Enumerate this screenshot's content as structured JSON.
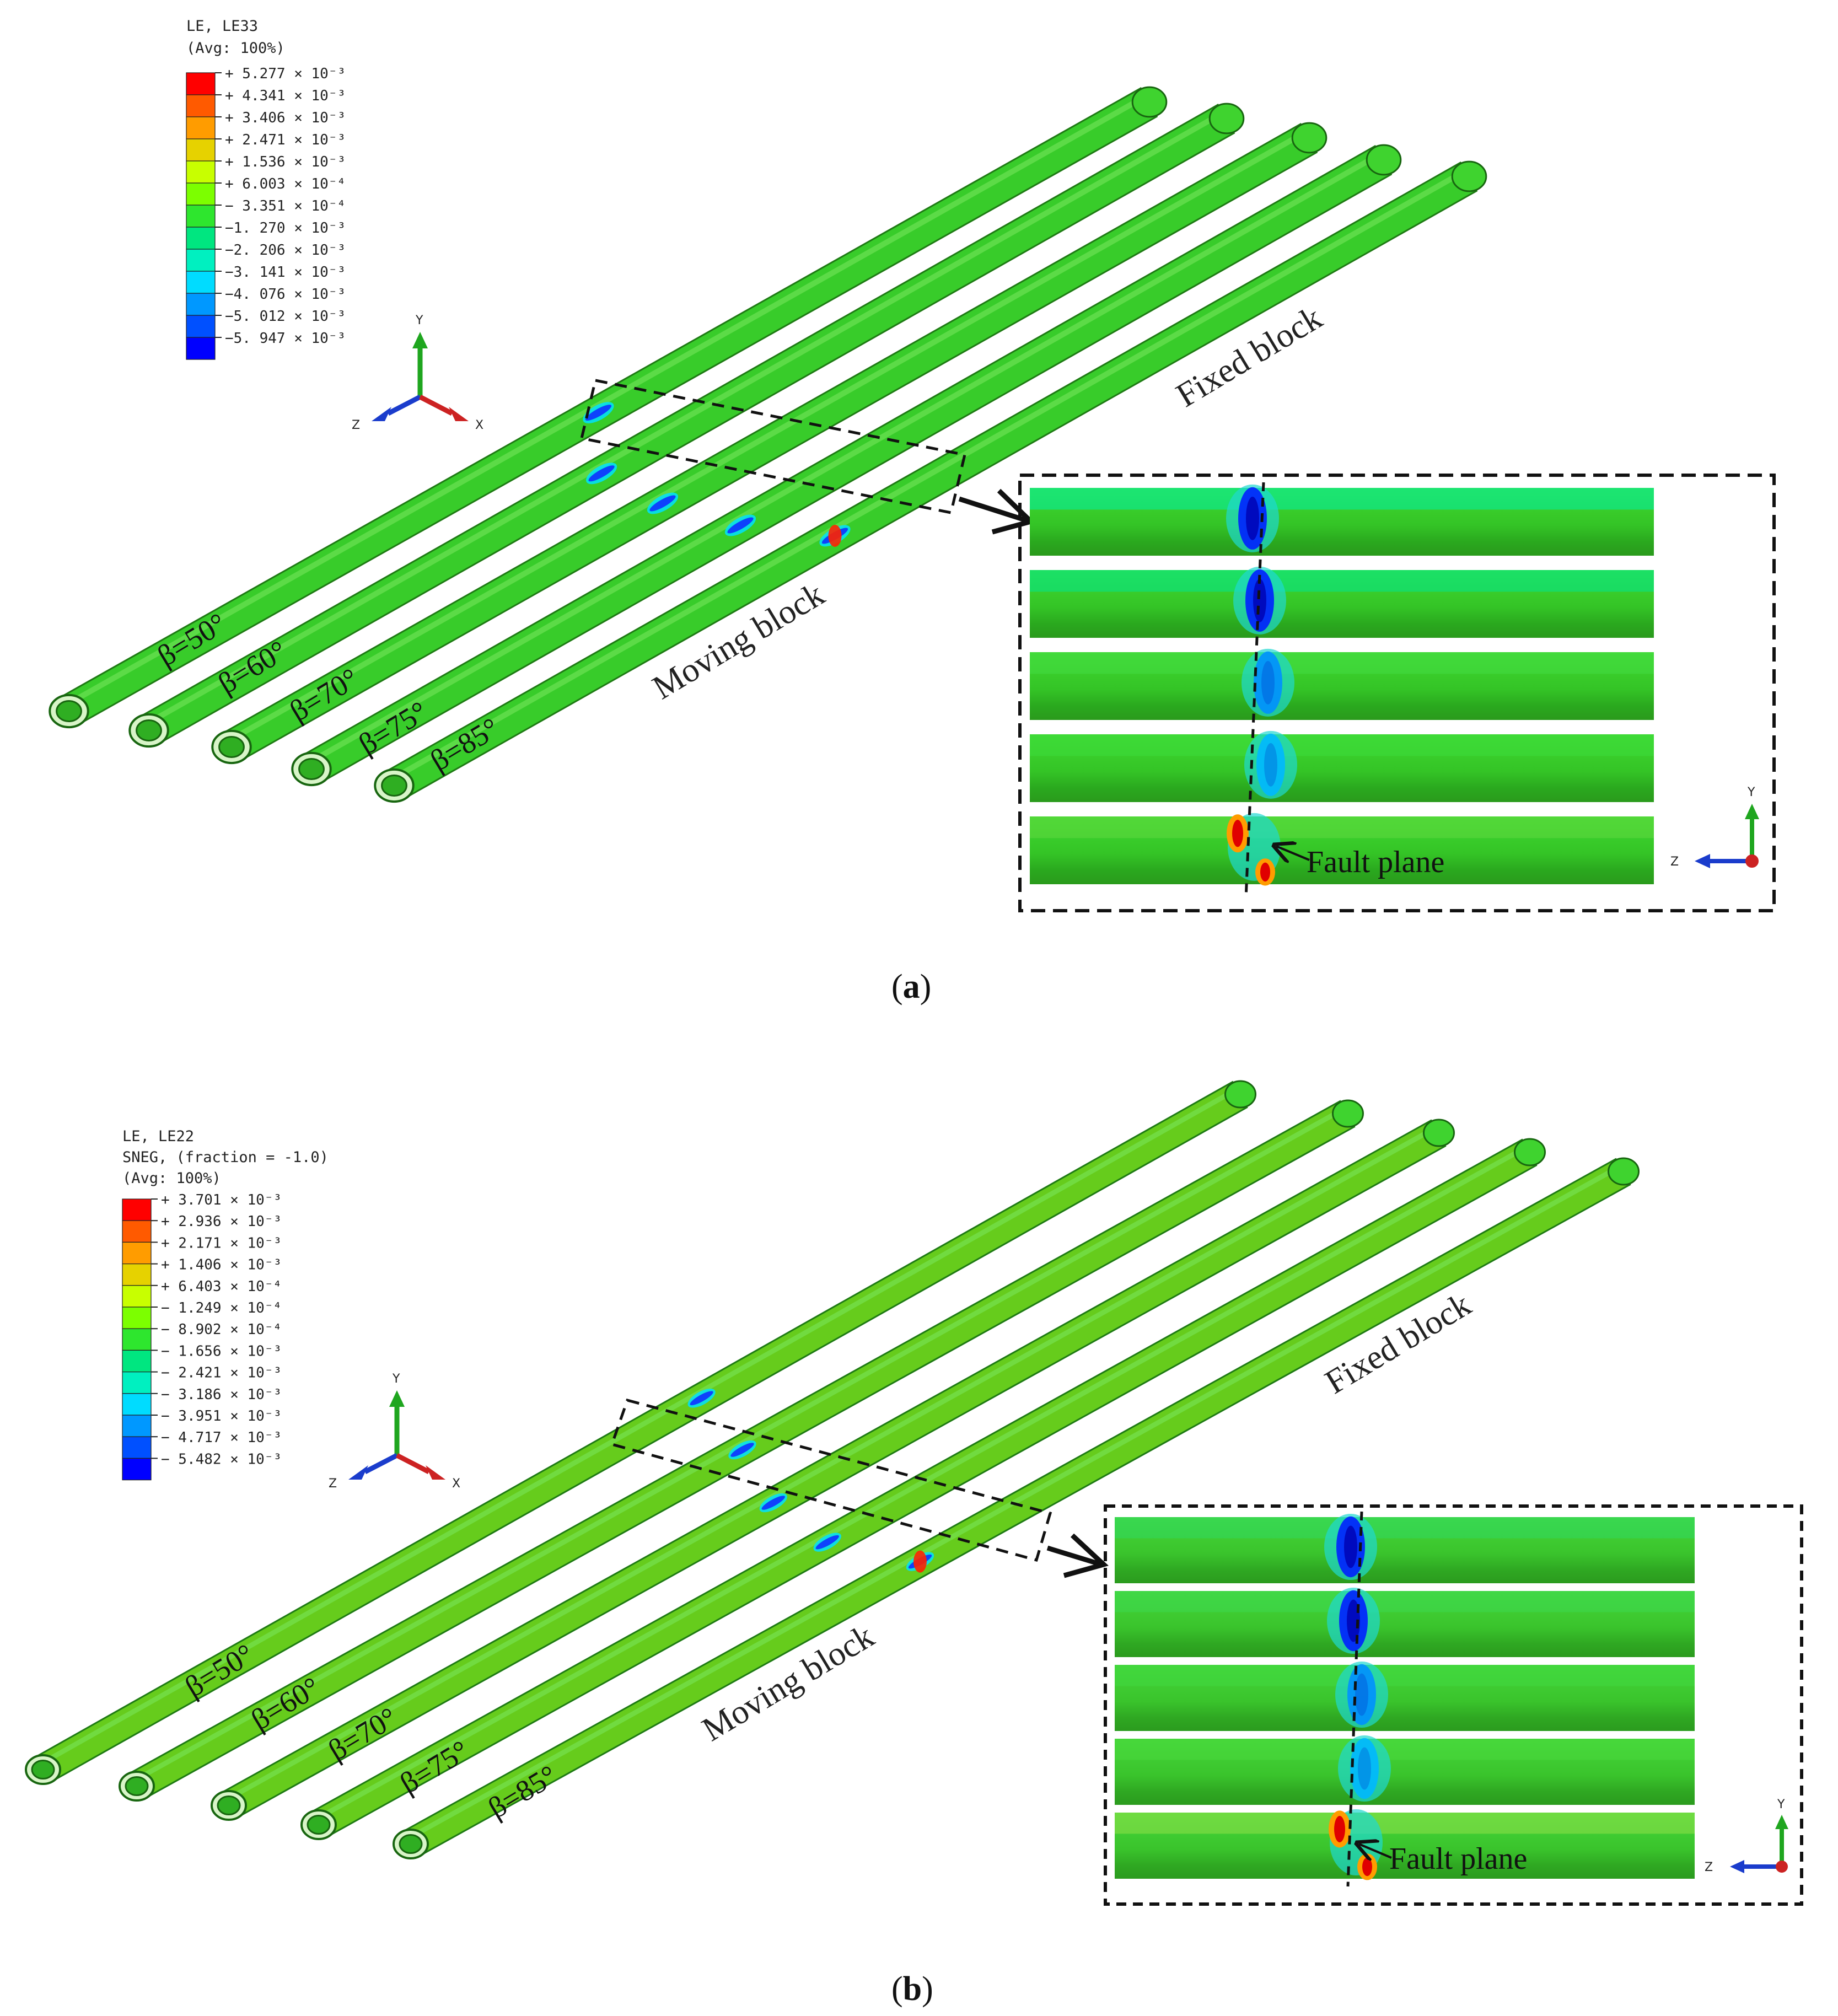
{
  "panels": [
    {
      "id": "a",
      "caption_letter": "a",
      "legend": {
        "title_lines": [
          "LE, LE33",
          "(Avg: 100%)"
        ],
        "values": [
          "+ 5.277 × 10⁻³",
          "+ 4.341 × 10⁻³",
          "+ 3.406 × 10⁻³",
          "+ 2.471 × 10⁻³",
          "+ 1.536 × 10⁻³",
          "+ 6.003 × 10⁻⁴",
          "− 3.351 × 10⁻⁴",
          "−1. 270 × 10⁻³",
          "−2. 206 × 10⁻³",
          "−3. 141 × 10⁻³",
          "−4. 076 × 10⁻³",
          "−5. 012 × 10⁻³",
          "−5. 947 × 10⁻³"
        ],
        "colors": [
          "#ff0000",
          "#ff5a00",
          "#ff9c00",
          "#e6d200",
          "#c8ff00",
          "#7cff00",
          "#2ee62e",
          "#00e680",
          "#00f0c0",
          "#00dcff",
          "#0098ff",
          "#0050ff",
          "#0000ff"
        ]
      },
      "pipe_color": "#38cc2a",
      "labels": {
        "fixed": "Fixed block",
        "moving": "Moving block",
        "fault": "Fault plane"
      },
      "betas": [
        "β=50°",
        "β=60°",
        "β=70°",
        "β=75°",
        "β=85°"
      ],
      "axes3d": [
        "Y",
        "Z",
        "X"
      ],
      "axes2d": [
        "Y",
        "Z"
      ]
    },
    {
      "id": "b",
      "caption_letter": "b",
      "legend": {
        "title_lines": [
          "LE, LE22",
          "SNEG, (fraction = -1.0)",
          "(Avg: 100%)"
        ],
        "values": [
          "+ 3.701 × 10⁻³",
          "+ 2.936 × 10⁻³",
          "+ 2.171 × 10⁻³",
          "+ 1.406 × 10⁻³",
          "+ 6.403 × 10⁻⁴",
          "− 1.249 × 10⁻⁴",
          "− 8.902 × 10⁻⁴",
          "− 1.656 × 10⁻³",
          "− 2.421 × 10⁻³",
          "− 3.186 × 10⁻³",
          "− 3.951 × 10⁻³",
          "− 4.717 × 10⁻³",
          "− 5.482 × 10⁻³"
        ],
        "colors": [
          "#ff0000",
          "#ff5a00",
          "#ff9c00",
          "#e6d200",
          "#c8ff00",
          "#7cff00",
          "#2ee62e",
          "#00e680",
          "#00f0c0",
          "#00dcff",
          "#0098ff",
          "#0050ff",
          "#0000ff"
        ]
      },
      "pipe_color": "#66cc1c",
      "labels": {
        "fixed": "Fixed block",
        "moving": "Moving block",
        "fault": "Fault plane"
      },
      "betas": [
        "β=50°",
        "β=60°",
        "β=70°",
        "β=75°",
        "β=85°"
      ],
      "axes3d": [
        "Y",
        "Z",
        "X"
      ],
      "axes2d": [
        "Y",
        "Z"
      ]
    }
  ]
}
